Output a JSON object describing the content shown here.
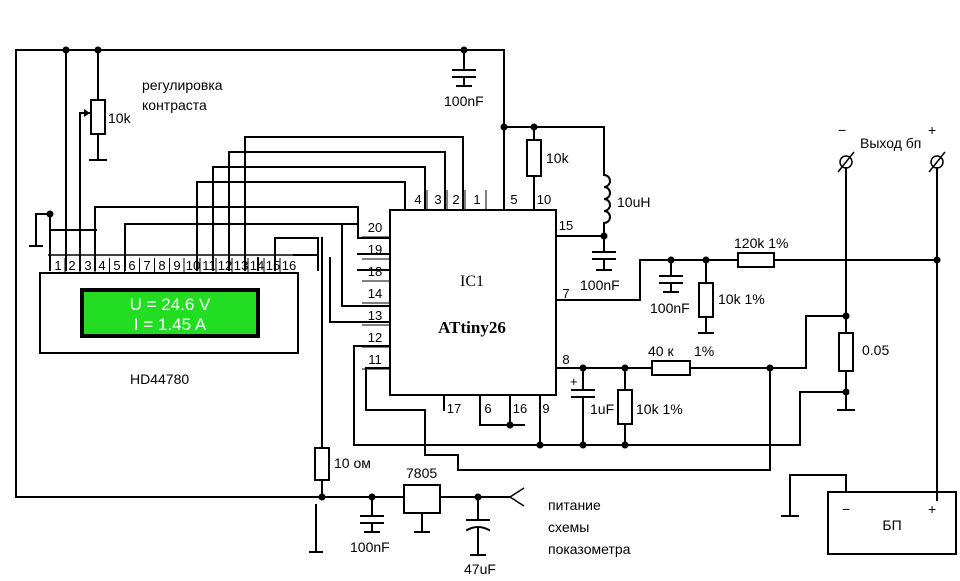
{
  "texts": {
    "contrast1": "регулировка",
    "contrast2": "контраста",
    "pot_value": "10k",
    "cap_top": "100nF",
    "res_10k_top": "10k",
    "ind": "10uH",
    "cap15": "100nF",
    "cap7": "100nF",
    "res_120k": "120k  1%",
    "res_10k_div": "10k  1%",
    "out_label": "Выход бп",
    "minus": "−",
    "plus": "+",
    "ic_label": "IC1",
    "ic_name": "ATtiny26",
    "res_40k": "40 к",
    "res_40k_tol": "1%",
    "shunt": "0.05",
    "cap_1uf": "1uF",
    "res_10k_low": "10k  1%",
    "lcd_model": "HD44780",
    "lcd_line1": "U = 24.6 V",
    "lcd_line2": "I = 1.45 A",
    "res_10ohm": "10 ом",
    "reg": "7805",
    "cap_reg_in": "100nF",
    "cap_47": "47uF",
    "supply1": "питание",
    "supply2": "схемы",
    "supply3": "показометра",
    "psu": "БП",
    "psu_minus": "−",
    "psu_plus": "+"
  },
  "lcd_pins": [
    "1",
    "2",
    "3",
    "4",
    "5",
    "6",
    "7",
    "8",
    "9",
    "10",
    "11",
    "12",
    "13",
    "14",
    "15",
    "16"
  ],
  "ic_top_pins": [
    "4",
    "3",
    "2",
    "1",
    "5",
    "10"
  ],
  "ic_left_pins": [
    "20",
    "19",
    "18",
    "14",
    "13",
    "12",
    "11"
  ],
  "ic_right_pins": [
    "15",
    "7",
    "8"
  ],
  "ic_bottom_pins": [
    "17",
    "6",
    "16",
    "9"
  ]
}
